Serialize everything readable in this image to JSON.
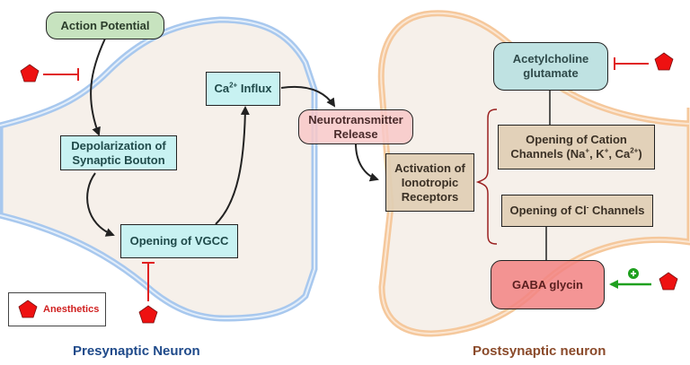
{
  "diagram": {
    "presynaptic": {
      "label": "Presynaptic Neuron",
      "membrane_color": "#a8c8ee",
      "label_color": "#1f4a8a",
      "nodes": {
        "action_potential": "Action Potential",
        "depolarization_line1": "Depolarization of",
        "depolarization_line2": "Synaptic Bouton",
        "vgcc": "Opening of VGCC",
        "ca_influx_prefix": "Ca",
        "ca_influx_sup": "2+",
        "ca_influx_suffix": " Influx"
      }
    },
    "cleft": {
      "release_line1": "Neurotransmitter",
      "release_line2": "Release"
    },
    "postsynaptic": {
      "label": "Postsynaptic neuron",
      "membrane_color": "#f5c89c",
      "label_color": "#8a4a2a",
      "nodes": {
        "activation_line1": "Activation of",
        "activation_line2": "Ionotropic",
        "activation_line3": "Receptors",
        "ach_line1": "Acetylcholine",
        "ach_line2": "glutamate",
        "cation_line1": "Opening of Cation",
        "cation_prefix": "Channels (Na",
        "cation_na_sup": "+",
        "cation_k": ", K",
        "cation_k_sup": "+",
        "cation_ca": ", Ca",
        "cation_ca_sup": "2+",
        "cation_end": ")",
        "cl_prefix": "Opening of Cl",
        "cl_sup": "-",
        "cl_suffix": " Channels",
        "gaba": "GABA glycin"
      }
    },
    "legend": {
      "label": "Anesthetics",
      "symbol": "red-pentagon"
    },
    "effects": {
      "inhibit_color": "#e02020",
      "enhance_color": "#1fa01f",
      "enhance_symbol": "+"
    },
    "colors": {
      "anesthetic": "#ee1111",
      "arrow": "#222222",
      "bracket": "#9a2020"
    }
  }
}
